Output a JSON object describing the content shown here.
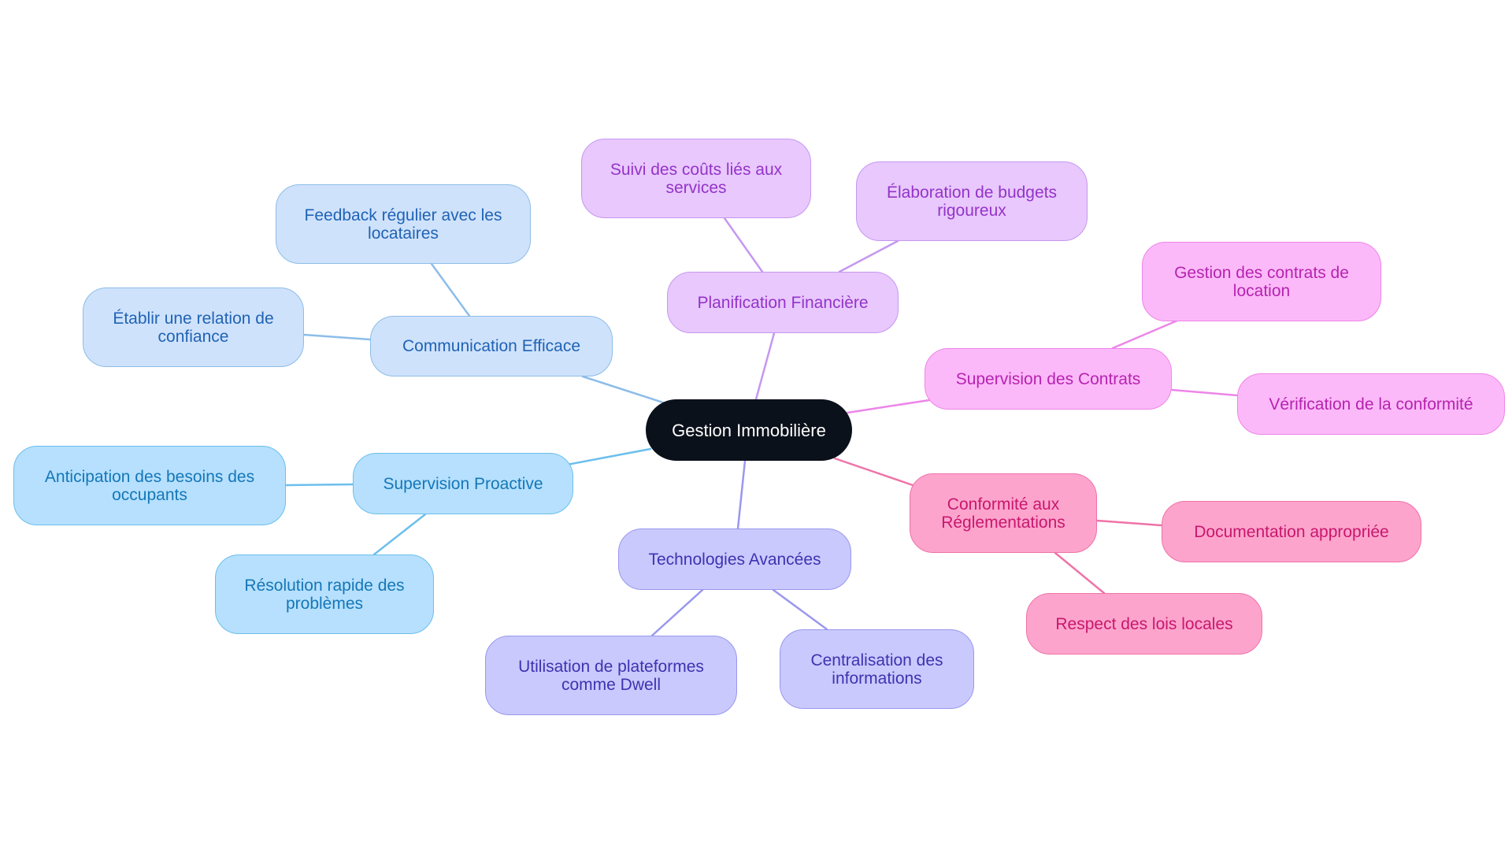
{
  "diagram": {
    "root": {
      "label": "Gestion Immobilière"
    },
    "branches": [
      {
        "key": "communication",
        "label": "Communication Efficace",
        "color": "#8cbde9",
        "children": [
          {
            "label": "Feedback régulier avec les locataires"
          },
          {
            "label": "Établir une relation de confiance"
          }
        ]
      },
      {
        "key": "supervision-proactive",
        "label": "Supervision Proactive",
        "color": "#6cbfec",
        "children": [
          {
            "label": "Anticipation des besoins des occupants"
          },
          {
            "label": "Résolution rapide des problèmes"
          }
        ]
      },
      {
        "key": "technologies",
        "label": "Technologies Avancées",
        "color": "#9a97ee",
        "children": [
          {
            "label": "Utilisation de plateformes comme Dwell"
          },
          {
            "label": "Centralisation des informations"
          }
        ]
      },
      {
        "key": "planification",
        "label": "Planification Financière",
        "color": "#c698ef",
        "children": [
          {
            "label": "Suivi des coûts liés aux services"
          },
          {
            "label": "Élaboration de budgets rigoureux"
          }
        ]
      },
      {
        "key": "supervision-contrats",
        "label": "Supervision des Contrats",
        "color": "#ec86e8",
        "children": [
          {
            "label": "Gestion des contrats de location"
          },
          {
            "label": "Vérification de la conformité"
          }
        ]
      },
      {
        "key": "conformite",
        "label": "Conformité aux Réglementations",
        "color": "#ef73a8",
        "children": [
          {
            "label": "Documentation appropriée"
          },
          {
            "label": "Respect des lois locales"
          }
        ]
      }
    ]
  }
}
